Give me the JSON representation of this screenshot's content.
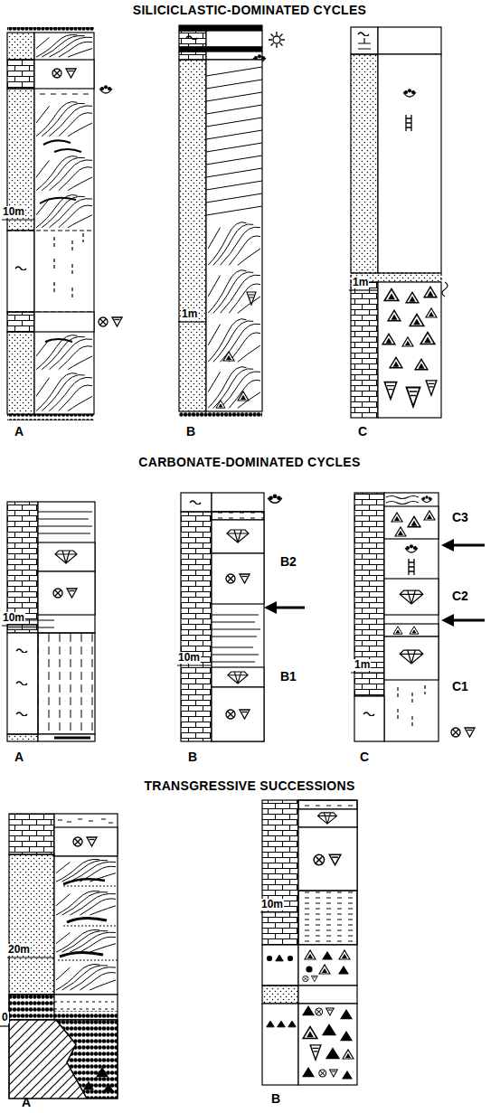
{
  "diagram": {
    "labels": [
      "SILICICLASTIC-DOMINATED CYCLES",
      "10m",
      "1m",
      "1m",
      "A",
      "B",
      "C",
      "CARBONATE-DOMINATED CYCLES",
      "C3",
      "B2",
      "C2",
      "10m",
      "10m",
      "B1",
      "1m",
      "C1",
      "A",
      "B",
      "C",
      "TRANSGRESSIVE SUCCESSIONS",
      "10m",
      "20m",
      "0",
      "A",
      "B"
    ]
  }
}
